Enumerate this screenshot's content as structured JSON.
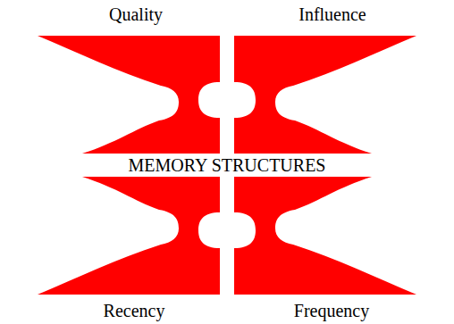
{
  "diagram": {
    "labels": [
      "Quality",
      "Influence",
      "MEMORY STRUCTURES",
      "Recency",
      "Frequency"
    ]
  }
}
